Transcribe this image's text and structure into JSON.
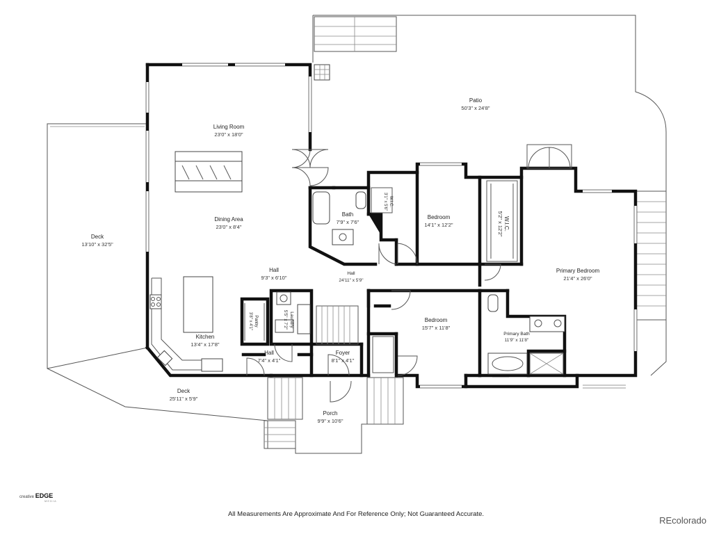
{
  "rooms": {
    "patio": {
      "name": "Patio",
      "dims": "50'3\" x 24'8\""
    },
    "living_room": {
      "name": "Living Room",
      "dims": "23'0\" x 18'0\""
    },
    "dining_area": {
      "name": "Dining Area",
      "dims": "23'0\" x 8'4\""
    },
    "deck_left": {
      "name": "Deck",
      "dims": "13'10\" x 32'5\""
    },
    "bath": {
      "name": "Bath",
      "dims": "7'9\" x 7'6\""
    },
    "wic_small": {
      "name": "W.I.C.",
      "dims": "3'1\" x 5'6\""
    },
    "bedroom_north": {
      "name": "Bedroom",
      "dims": "14'1\" x 12'2\""
    },
    "wic_primary": {
      "name": "W.I.C.",
      "dims": "5'2\" x 12'2\""
    },
    "hall_main": {
      "name": "Hall",
      "dims": "9'3\" x 6'10\""
    },
    "hall_long": {
      "name": "Hall",
      "dims": "24'11\" x 5'9\""
    },
    "primary_bedroom": {
      "name": "Primary Bedroom",
      "dims": "21'4\" x 26'0\""
    },
    "pantry": {
      "name": "Pantry",
      "dims": "3'8\" x 4'1\""
    },
    "laundry": {
      "name": "Laundry",
      "dims": "5'5\" x 7'2\""
    },
    "kitchen": {
      "name": "Kitchen",
      "dims": "13'4\" x 17'8\""
    },
    "bedroom_south": {
      "name": "Bedroom",
      "dims": "15'7\" x 11'8\""
    },
    "primary_bath": {
      "name": "Primary Bath",
      "dims": "11'9\" x 11'8\""
    },
    "hall_small": {
      "name": "Hall",
      "dims": "7'4\" x 4'1\""
    },
    "foyer": {
      "name": "Foyer",
      "dims": "8'1\" x 4'1\""
    },
    "deck_bottom": {
      "name": "Deck",
      "dims": "25'11\" x 5'9\""
    },
    "porch": {
      "name": "Porch",
      "dims": "9'9\" x 10'6\""
    }
  },
  "footer": {
    "disclaimer": "All Measurements Are Approximate And For Reference Only; Not Guaranteed Accurate.",
    "brand_right": "REcolorado",
    "brand_left_prefix": "creative",
    "brand_left_main": "EDGE",
    "brand_left_sub": "MEDIA"
  },
  "colors": {
    "wall": "#111111",
    "background": "#ffffff",
    "brand_accent": "#c8102e"
  }
}
